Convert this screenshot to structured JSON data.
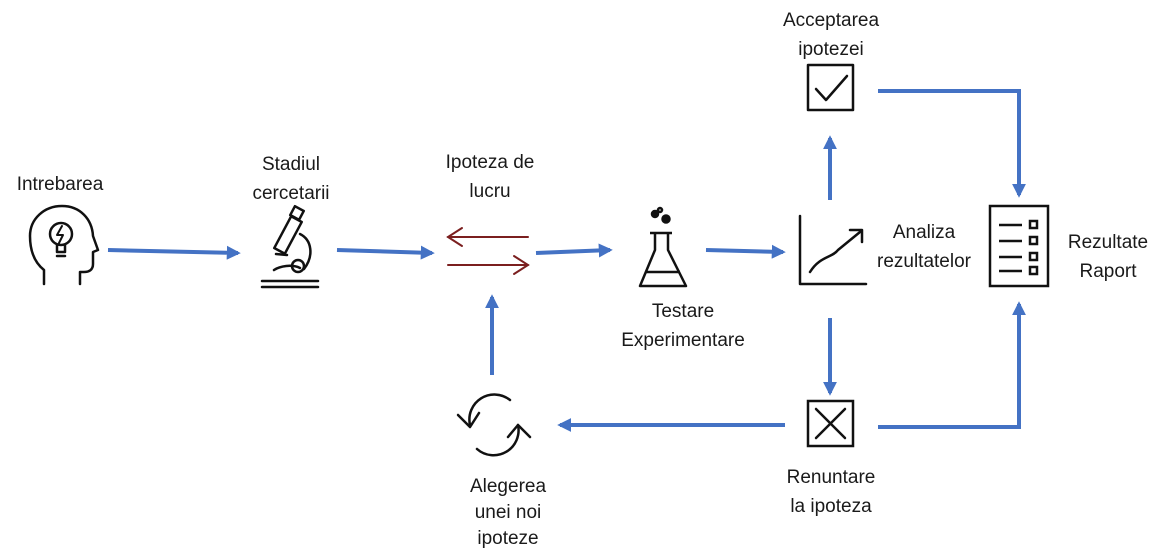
{
  "colors": {
    "flow_arrow": "#4472C4",
    "swap_arrow": "#7B1F1F",
    "icon_stroke": "#111111"
  },
  "nodes": {
    "question": {
      "icon": "head-lightbulb-icon",
      "label": "Intrebarea"
    },
    "research": {
      "icon": "microscope-icon",
      "label_line1": "Stadiul",
      "label_line2": "cercetarii"
    },
    "hypothesis": {
      "icon": "swap-arrows-icon",
      "label_line1": "Ipoteza de",
      "label_line2": "lucru"
    },
    "experiment": {
      "icon": "flask-icon",
      "label_line1": "Testare",
      "label_line2": "Experimentare"
    },
    "analysis": {
      "icon": "line-graph-icon",
      "label_line1": "Analiza",
      "label_line2": "rezultatelor"
    },
    "accept": {
      "icon": "checkbox-check-icon",
      "label_line1": "Acceptarea",
      "label_line2": "ipotezei"
    },
    "reject": {
      "icon": "checkbox-x-icon",
      "label_line1": "Renuntare",
      "label_line2": "la ipoteza"
    },
    "report": {
      "icon": "checklist-icon",
      "label_line1": "Rezultate",
      "label_line2": "Raport"
    },
    "new_hypothesis": {
      "icon": "refresh-cycle-icon",
      "label_line1": "Alegerea",
      "label_line2": "unei noi",
      "label_line3": "ipoteze"
    }
  },
  "edges": [
    {
      "from": "question",
      "to": "research"
    },
    {
      "from": "research",
      "to": "hypothesis"
    },
    {
      "from": "hypothesis",
      "to": "experiment"
    },
    {
      "from": "experiment",
      "to": "analysis"
    },
    {
      "from": "analysis",
      "to": "accept"
    },
    {
      "from": "analysis",
      "to": "reject"
    },
    {
      "from": "accept",
      "to": "report"
    },
    {
      "from": "reject",
      "to": "report"
    },
    {
      "from": "reject",
      "to": "new_hypothesis"
    },
    {
      "from": "new_hypothesis",
      "to": "hypothesis"
    }
  ]
}
